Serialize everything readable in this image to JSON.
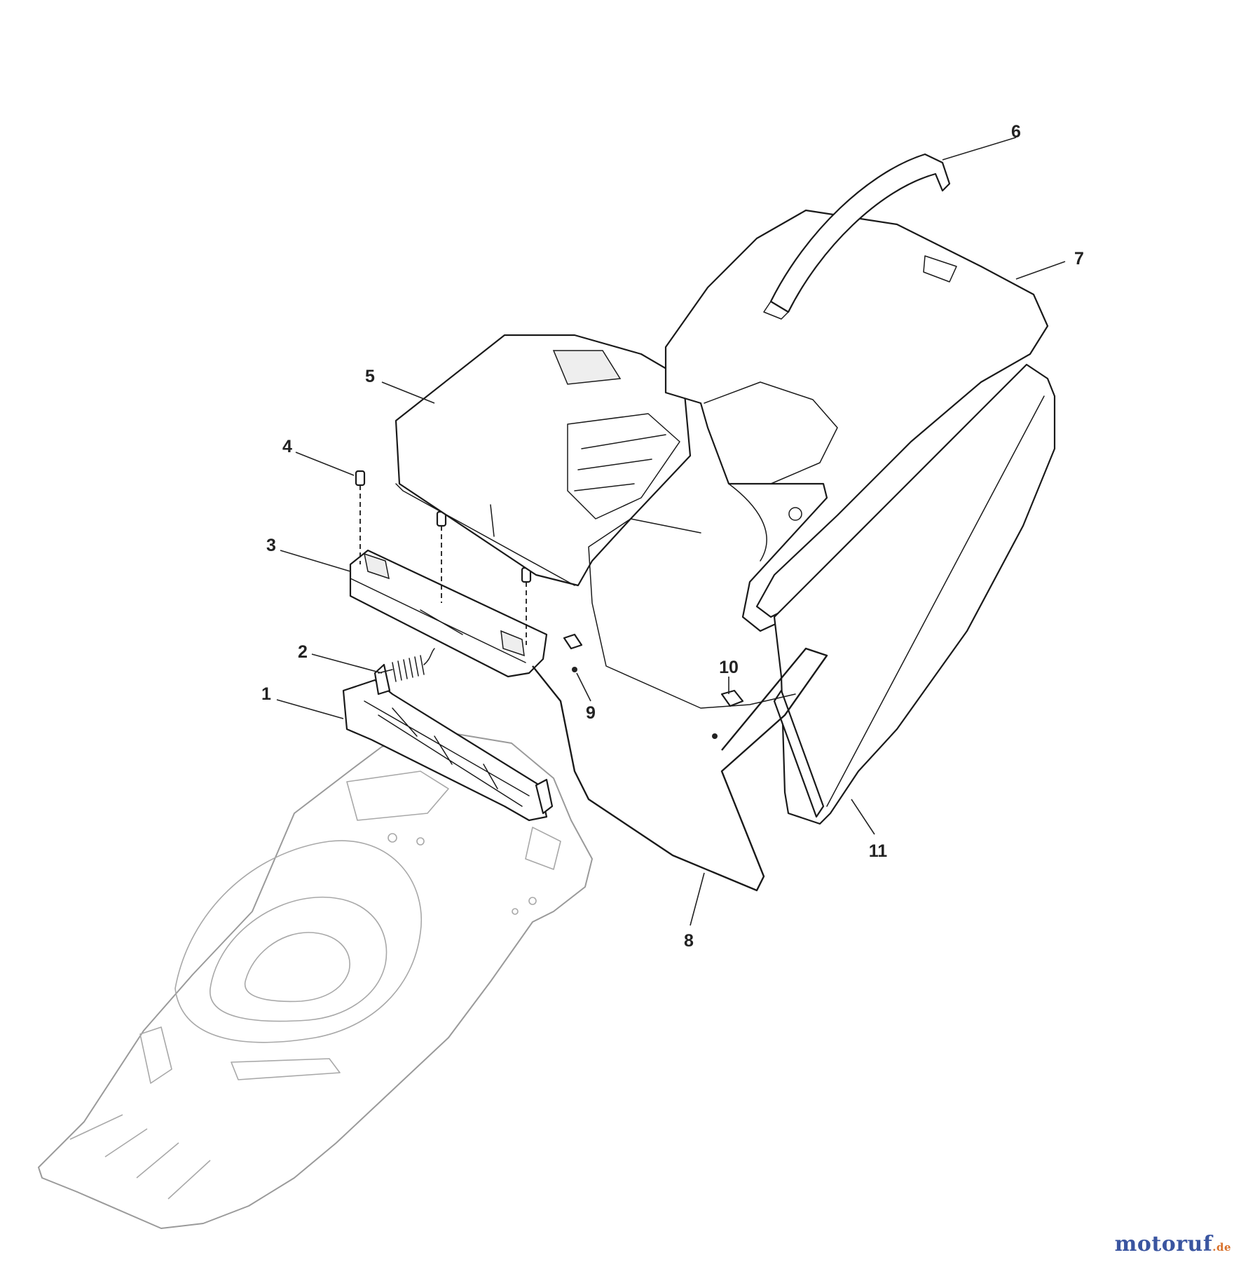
{
  "callouts": [
    {
      "id": "callout-1",
      "label": "1"
    },
    {
      "id": "callout-2",
      "label": "2"
    },
    {
      "id": "callout-3",
      "label": "3"
    },
    {
      "id": "callout-4",
      "label": "4"
    },
    {
      "id": "callout-5",
      "label": "5"
    },
    {
      "id": "callout-6",
      "label": "6"
    },
    {
      "id": "callout-7",
      "label": "7"
    },
    {
      "id": "callout-8",
      "label": "8"
    },
    {
      "id": "callout-9",
      "label": "9"
    },
    {
      "id": "callout-10",
      "label": "10"
    },
    {
      "id": "callout-11",
      "label": "11"
    }
  ],
  "watermark": {
    "main": "motoruf",
    "tld": ".de"
  },
  "colors": {
    "line": "#1a1a1a",
    "deck_line": "#9a9a9a",
    "watermark_main": "#3a55a0",
    "watermark_tld": "#d8702a"
  }
}
